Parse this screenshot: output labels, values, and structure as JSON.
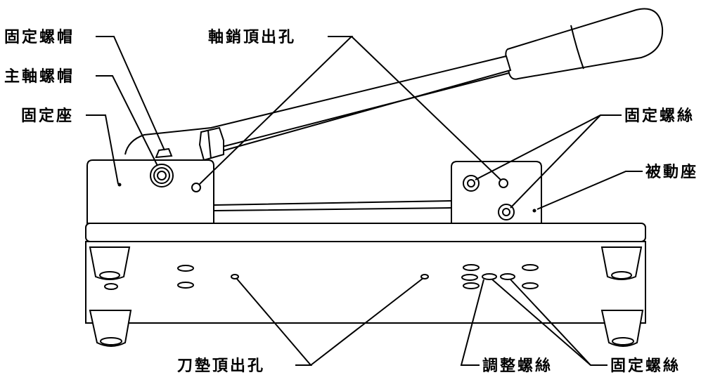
{
  "labels": {
    "fixed_nut": "固定螺帽",
    "spindle_nut": "主軸螺帽",
    "fixed_base": "固定座",
    "pin_ejection_hole": "軸銷頂出孔",
    "fixed_screw_upper": "固定螺絲",
    "driven_base": "被動座",
    "blade_pad_ejection_hole": "刀墊頂出孔",
    "adjusting_screw": "調整螺絲",
    "fixed_screw_lower": "固定螺絲"
  }
}
